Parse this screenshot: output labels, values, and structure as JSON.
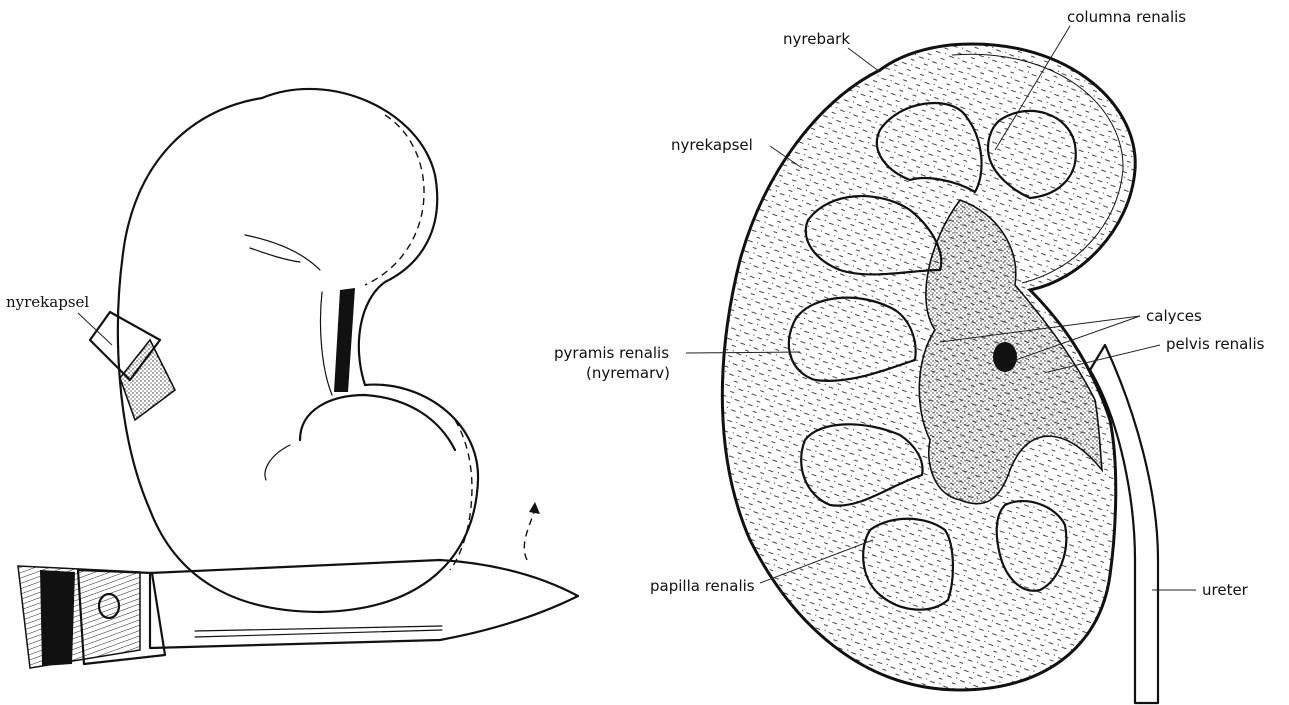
{
  "left_figure": {
    "labels": {
      "capsule": "nyrekapsel"
    }
  },
  "right_figure": {
    "labels": {
      "cortex": "nyrebark",
      "column": "columna renalis",
      "capsule": "nyrekapsel",
      "calyces": "calyces",
      "pelvis": "pelvis renalis",
      "pyramid": "pyramis renalis",
      "pyramid_note": "(nyremarv)",
      "papilla": "papilla renalis",
      "ureter": "ureter"
    }
  },
  "colors": {
    "ink": "#111111",
    "paper": "#ffffff",
    "stipple": "#333333"
  }
}
